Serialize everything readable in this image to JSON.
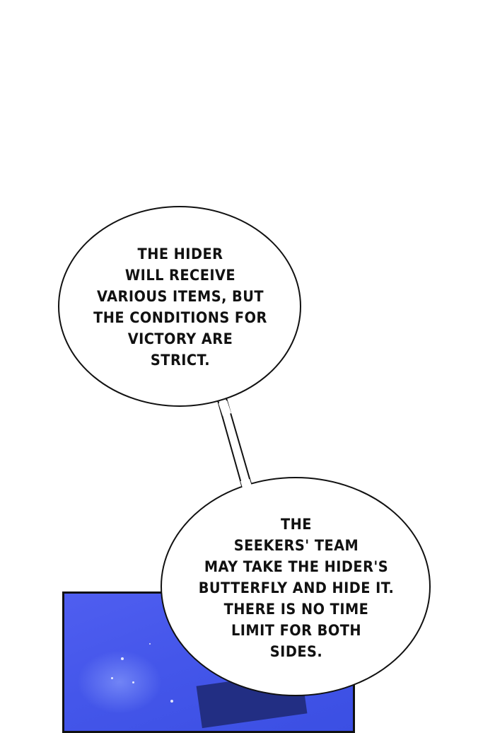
{
  "bubbles": [
    {
      "lines": [
        "THE HIDER",
        "WILL RECEIVE",
        "VARIOUS ITEMS, BUT",
        "THE CONDITIONS FOR",
        "VICTORY ARE",
        "STRICT."
      ]
    },
    {
      "lines": [
        "THE",
        "SEEKERS' TEAM",
        "MAY TAKE THE HIDER'S",
        "BUTTERFLY AND HIDE IT.",
        "THERE IS NO TIME",
        "LIMIT FOR BOTH",
        "SIDES."
      ]
    }
  ],
  "colors": {
    "background": "#ffffff",
    "panel_blue": "#4456ea",
    "outline": "#111111"
  }
}
